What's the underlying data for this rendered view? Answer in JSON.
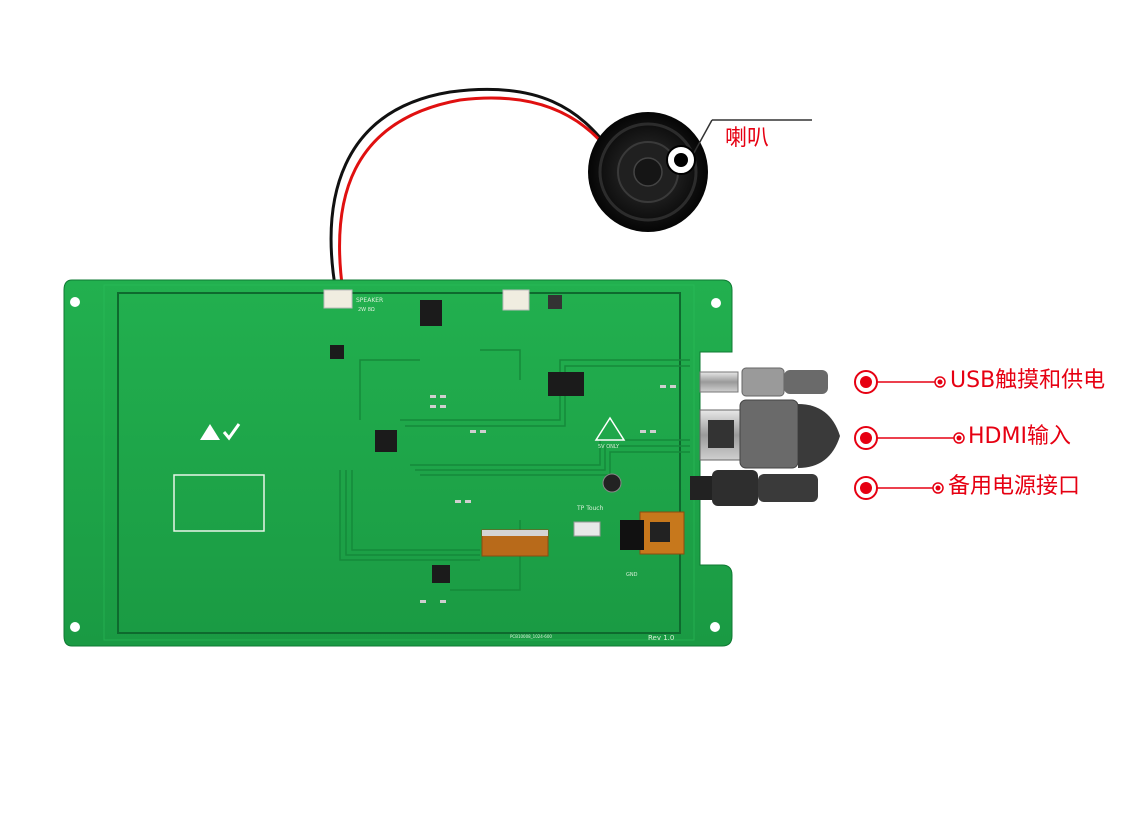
{
  "labels": {
    "speaker": "喇叭",
    "usb": "USB触摸和供电",
    "hdmi": "HDMI输入",
    "power": "备用电源接口"
  },
  "board": {
    "silk_speaker": "SPEAKER",
    "silk_speaker_spec": "2W 8Ω",
    "silk_rev": "Rev 1.0",
    "silk_touch": "TP Touch",
    "silk_5v": "5V ONLY",
    "silk_gnd": "GND",
    "silk_part": "PCB10008_1024-600"
  },
  "colors": {
    "pcb": "#1fa84a",
    "callout": "#e60012",
    "cable": "#4a4a4a"
  }
}
